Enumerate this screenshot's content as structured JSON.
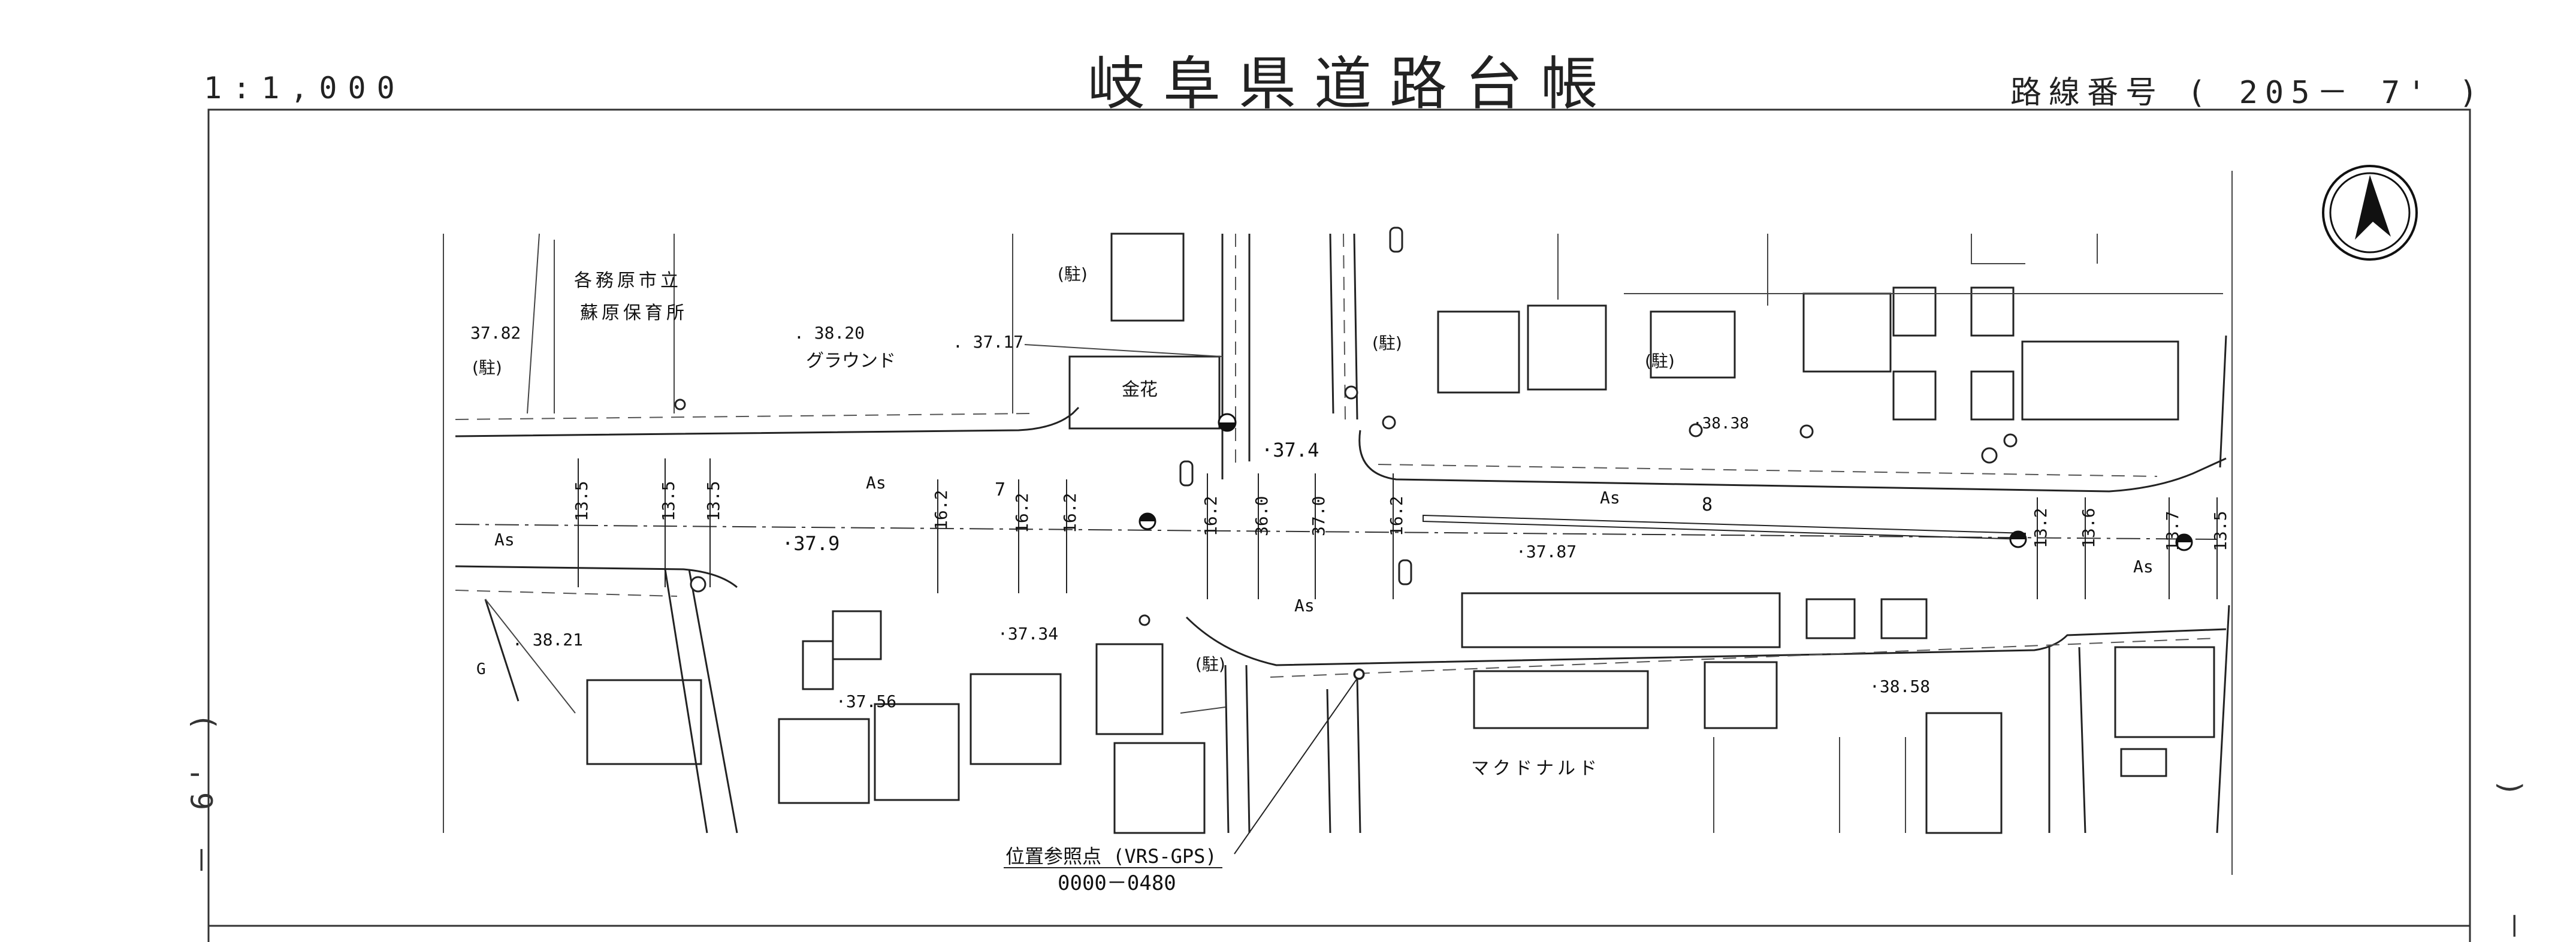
{
  "header": {
    "scale": "1:1,000",
    "title": "岐阜県道路台帳",
    "route_label": "路線番号",
    "route_number": "( 205－ 7' )"
  },
  "side_marks": {
    "left": "－ 6' )",
    "right_top": "(",
    "right_bottom": "－"
  },
  "map": {
    "place_labels": {
      "nursery_line1": "各務原市立",
      "nursery_line2": "蘇原保育所",
      "ground": "グラウンド",
      "kinka": "金花",
      "mcdonalds": "マクドナルド",
      "parking_1": "(駐)",
      "parking_2": "(駐)",
      "parking_3": "(駐)",
      "parking_4": "(駐)",
      "parking_5": "(駐)"
    },
    "elevations": {
      "e1": "37.82",
      "e2": ". 38.20",
      "e3": ". 37.17",
      "e4": "·37.4",
      "e5": "·38.38",
      "e6": "·37.9",
      "e7": "·37.87",
      "e8": ". 38.21",
      "e9": "·37.34",
      "e10": "·37.56",
      "e11": "·38.58"
    },
    "surface_marks": {
      "as1": "As",
      "as2": "As",
      "as3": "As",
      "as4": "As",
      "as5": "As",
      "g": "G"
    },
    "station_numbers": {
      "s7": "7",
      "s8": "8"
    },
    "widths": {
      "w1": "13.5",
      "w2": "13.5",
      "w3": "13.5",
      "w4": "16.2",
      "w5": "16.2",
      "w6": "16.2",
      "w7": "16.2",
      "w8": "36.0",
      "w9": "37.0",
      "w10": "16.2",
      "w11": "13.2",
      "w12": "13.6",
      "w13": "13.7",
      "w14": "13.5"
    },
    "reference_point": {
      "line1": "位置参照点 (VRS-GPS)",
      "line2": "0000－0480"
    },
    "north_arrow_icon": "north-arrow-icon"
  }
}
